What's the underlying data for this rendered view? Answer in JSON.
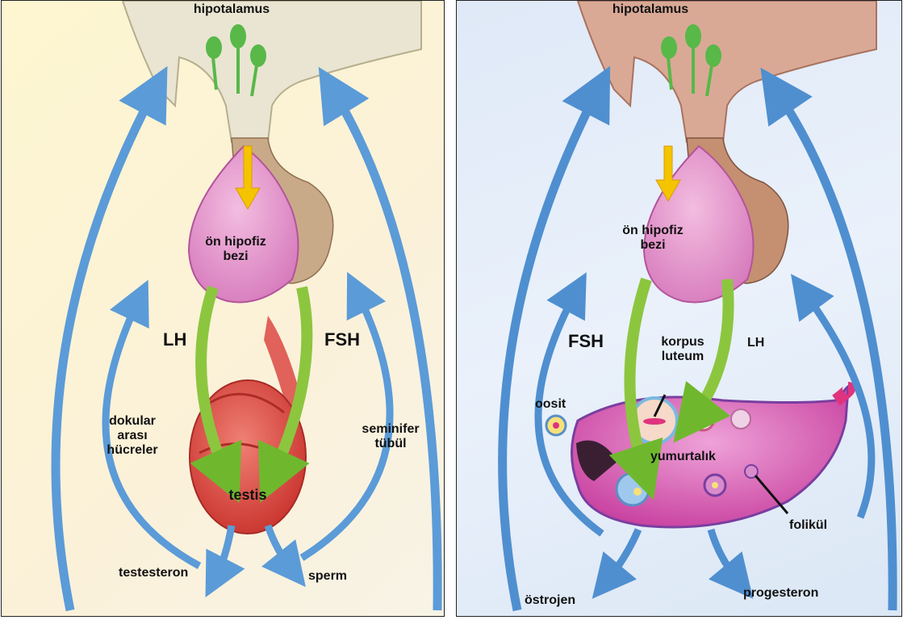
{
  "male": {
    "hypothalamus": "hipotalamus",
    "pituitary_line1": "ön hipofiz",
    "pituitary_line2": "bezi",
    "lh": "LH",
    "fsh": "FSH",
    "interstitial_line1": "dokular",
    "interstitial_line2": "arası",
    "interstitial_line3": "hücreler",
    "seminiferous_line1": "seminifer",
    "seminiferous_line2": "tübül",
    "testis": "testis",
    "testosterone": "testesteron",
    "sperm": "sperm"
  },
  "female": {
    "hypothalamus": "hipotalamus",
    "pituitary_line1": "ön hipofiz",
    "pituitary_line2": "bezi",
    "fsh": "FSH",
    "lh": "LH",
    "corpus_line1": "korpus",
    "corpus_line2": "luteum",
    "oocyte": "oosit",
    "ovary": "yumurtalık",
    "follicle": "folikül",
    "estrogen": "östrojen",
    "progesterone": "progesteron"
  },
  "colors": {
    "feedback_arrow": "#5b9bd8",
    "gonadotropin_arrow": "#8cc63f",
    "gland_pink": "#e08fc8",
    "hypothalamus_neuron": "#58b848",
    "yellow_arrow": "#f5c400",
    "testis_red": "#e0463f",
    "ovary_pink": "#d95bb5"
  }
}
